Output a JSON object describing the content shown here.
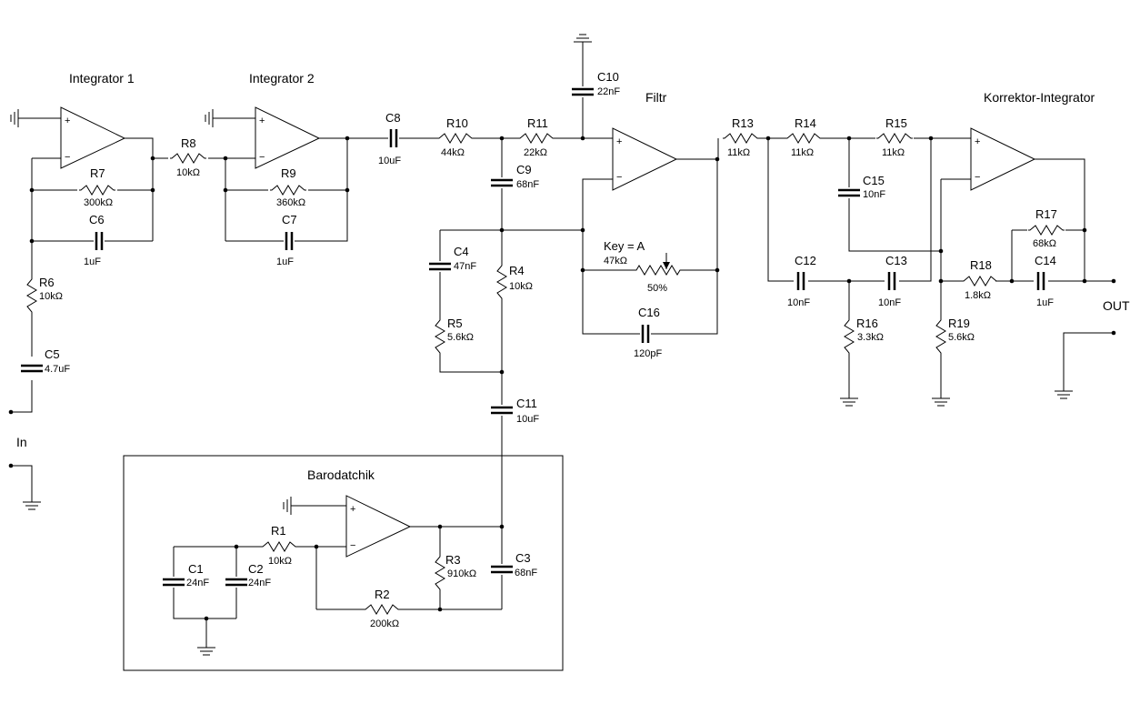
{
  "blocks": {
    "integrator1": "Integrator 1",
    "integrator2": "Integrator 2",
    "filtr": "Filtr",
    "korrektor": "Korrektor-Integrator",
    "barodatchik": "Barodatchik"
  },
  "io": {
    "in": "In",
    "out": "OUT"
  },
  "opamp": {
    "plus": "+",
    "minus": "−"
  },
  "components": {
    "R1": {
      "ref": "R1",
      "value": "10kΩ"
    },
    "R2": {
      "ref": "R2",
      "value": "200kΩ"
    },
    "R3": {
      "ref": "R3",
      "value": "910kΩ"
    },
    "R4": {
      "ref": "R4",
      "value": "10kΩ"
    },
    "R5": {
      "ref": "R5",
      "value": "5.6kΩ"
    },
    "R6": {
      "ref": "R6",
      "value": "10kΩ"
    },
    "R7": {
      "ref": "R7",
      "value": "300kΩ"
    },
    "R8": {
      "ref": "R8",
      "value": "10kΩ"
    },
    "R9": {
      "ref": "R9",
      "value": "360kΩ"
    },
    "R10": {
      "ref": "R10",
      "value": "44kΩ"
    },
    "R11": {
      "ref": "R11",
      "value": "22kΩ"
    },
    "R13": {
      "ref": "R13",
      "value": "11kΩ"
    },
    "R14": {
      "ref": "R14",
      "value": "11kΩ"
    },
    "R15": {
      "ref": "R15",
      "value": "11kΩ"
    },
    "R16": {
      "ref": "R16",
      "value": "3.3kΩ"
    },
    "R17": {
      "ref": "R17",
      "value": "68kΩ"
    },
    "R18": {
      "ref": "R18",
      "value": "1.8kΩ"
    },
    "R19": {
      "ref": "R19",
      "value": "5.6kΩ"
    },
    "C1": {
      "ref": "C1",
      "value": "24nF"
    },
    "C2": {
      "ref": "C2",
      "value": "24nF"
    },
    "C3": {
      "ref": "C3",
      "value": "68nF"
    },
    "C4": {
      "ref": "C4",
      "value": "47nF"
    },
    "C5": {
      "ref": "C5",
      "value": "4.7uF"
    },
    "C6": {
      "ref": "C6",
      "value": "1uF"
    },
    "C7": {
      "ref": "C7",
      "value": "1uF"
    },
    "C8": {
      "ref": "C8",
      "value": "10uF"
    },
    "C9": {
      "ref": "C9",
      "value": "68nF"
    },
    "C10": {
      "ref": "C10",
      "value": "22nF"
    },
    "C11": {
      "ref": "C11",
      "value": "10uF"
    },
    "C12": {
      "ref": "C12",
      "value": "10nF"
    },
    "C13": {
      "ref": "C13",
      "value": "10nF"
    },
    "C14": {
      "ref": "C14",
      "value": "1uF"
    },
    "C15": {
      "ref": "C15",
      "value": "10nF"
    },
    "C16": {
      "ref": "C16",
      "value": "120pF"
    }
  },
  "pot": {
    "key": "Key = A",
    "value": "47kΩ",
    "setting": "50%"
  }
}
